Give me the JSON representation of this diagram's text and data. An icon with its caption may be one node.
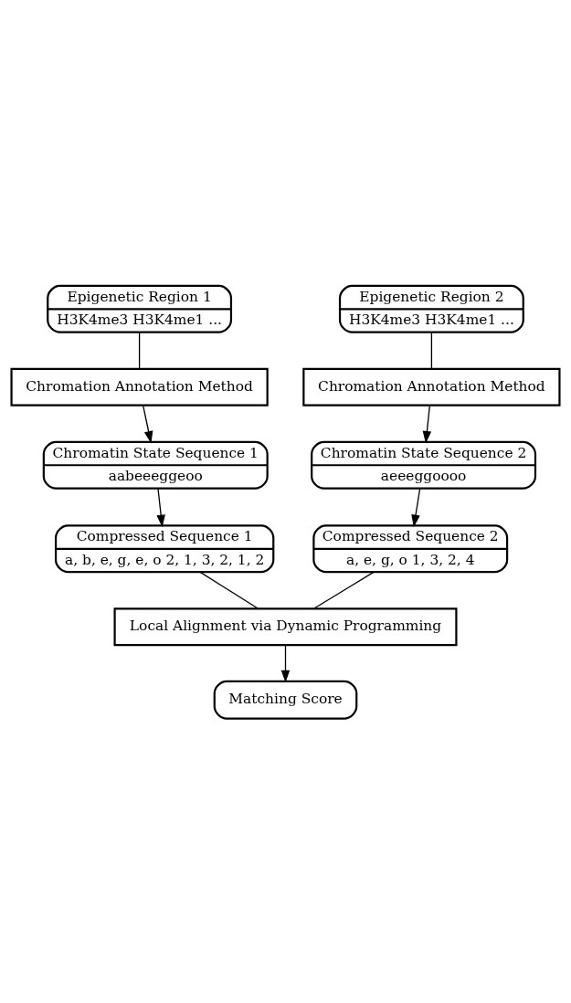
{
  "diagram": {
    "nodes": [
      {
        "text": [
          "Epigenetic Region 1",
          "H3K4me3 H3K4me1 ..."
        ]
      },
      {
        "text": [
          "Epigenetic Region 2",
          "H3K4me3 H3K4me1 ..."
        ]
      },
      {
        "text": [
          "Chromation Annotation Method"
        ]
      },
      {
        "text": [
          "Chromation Annotation Method"
        ]
      },
      {
        "text": [
          "Chromatin State Sequence 1",
          "aabeeeggeoo"
        ]
      },
      {
        "text": [
          "Chromatin State Sequence 2",
          "aeeeggoooo"
        ]
      },
      {
        "text": [
          "Compressed Sequence 1",
          "a, b, e, g, e, o 2, 1, 3, 2, 1, 2"
        ]
      },
      {
        "text": [
          "Compressed Sequence 2",
          "a, e, g, o 1, 3, 2, 4"
        ]
      },
      {
        "text": [
          "Local Alignment via Dynamic Programming"
        ]
      },
      {
        "text": [
          "Matching Score"
        ]
      }
    ],
    "edges": [
      {
        "from": 0,
        "to": 2,
        "arrow": "none"
      },
      {
        "from": 1,
        "to": 3,
        "arrow": "none"
      },
      {
        "from": 2,
        "to": 4,
        "arrow": "to"
      },
      {
        "from": 3,
        "to": 5,
        "arrow": "to"
      },
      {
        "from": 4,
        "to": 6,
        "arrow": "to"
      },
      {
        "from": 5,
        "to": 7,
        "arrow": "to"
      },
      {
        "from": 6,
        "to": 8,
        "arrow": "none"
      },
      {
        "from": 7,
        "to": 8,
        "arrow": "none"
      },
      {
        "from": 8,
        "to": 9,
        "arrow": "to"
      }
    ]
  }
}
